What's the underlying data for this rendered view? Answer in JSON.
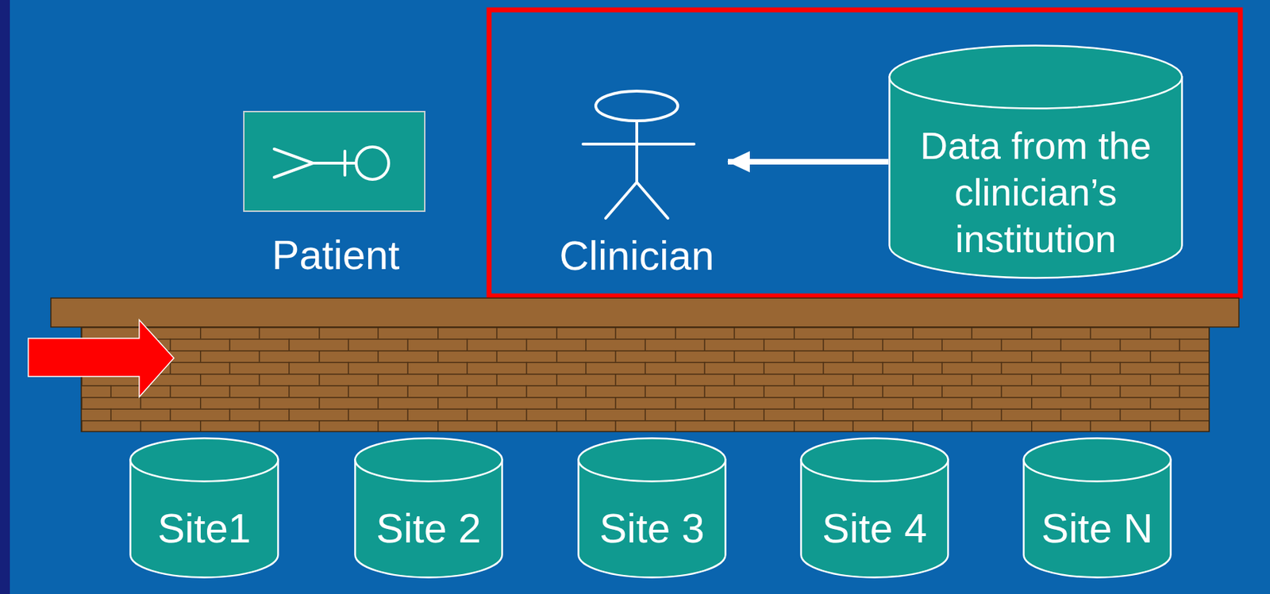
{
  "diagram": {
    "nodes": [
      {
        "text": [
          "Patient"
        ]
      },
      {
        "text": [
          "Clinician"
        ]
      },
      {
        "text": [
          "Data from the clinician’s institution"
        ]
      },
      {
        "text": [
          "Site1"
        ]
      },
      {
        "text": [
          "Site 2"
        ]
      },
      {
        "text": [
          "Site 3"
        ]
      },
      {
        "text": [
          "Site 4"
        ]
      },
      {
        "text": [
          "Site N"
        ]
      }
    ],
    "edges": [
      {
        "from": 2,
        "to": 1,
        "arrow": "to"
      }
    ]
  }
}
